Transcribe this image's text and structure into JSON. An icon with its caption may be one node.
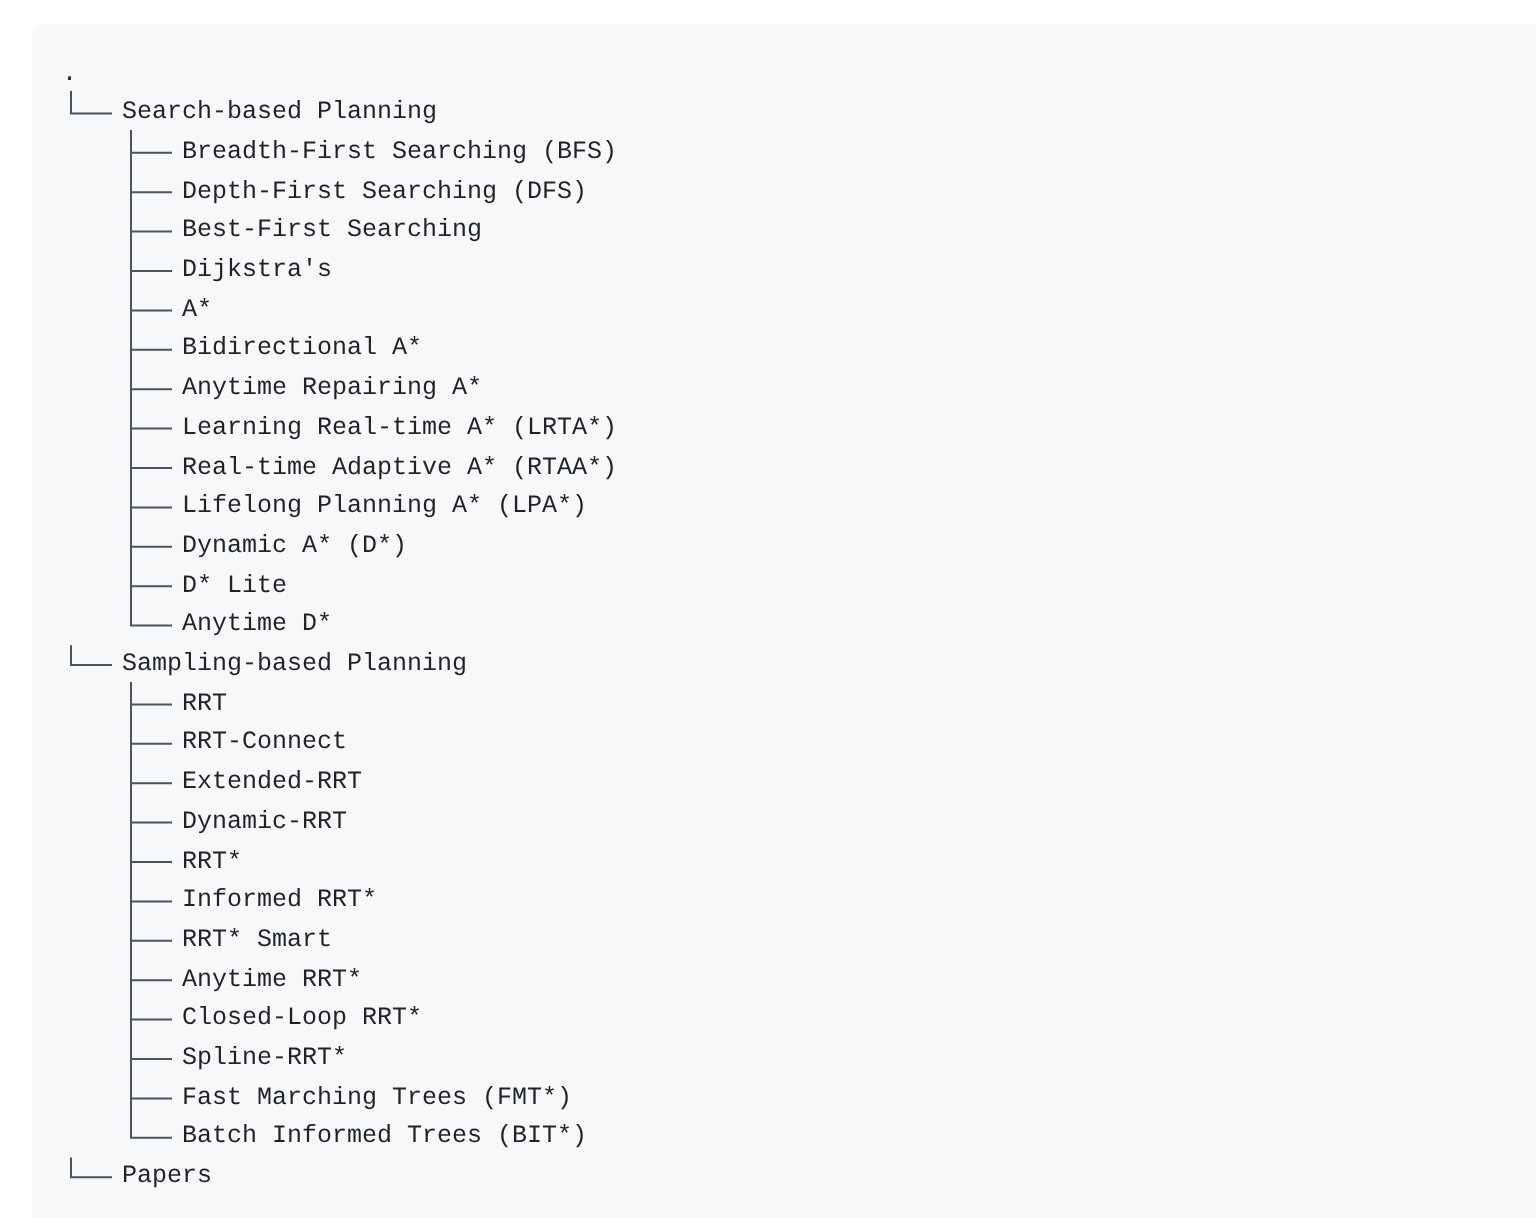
{
  "diagram": {
    "nodes": [
      {
        "text": [
          "."
        ]
      },
      {
        "text": [
          "Search-based Planning"
        ]
      },
      {
        "text": [
          "Breadth-First Searching (BFS)"
        ]
      },
      {
        "text": [
          "Depth-First Searching (DFS)"
        ]
      },
      {
        "text": [
          "Best-First Searching"
        ]
      },
      {
        "text": [
          "Dijkstra's"
        ]
      },
      {
        "text": [
          "A*"
        ]
      },
      {
        "text": [
          "Bidirectional A*"
        ]
      },
      {
        "text": [
          "Anytime Repairing A*"
        ]
      },
      {
        "text": [
          "Learning Real-time A* (LRTA*)"
        ]
      },
      {
        "text": [
          "Real-time Adaptive A* (RTAA*)"
        ]
      },
      {
        "text": [
          "Lifelong Planning A* (LPA*)"
        ]
      },
      {
        "text": [
          "Dynamic A* (D*)"
        ]
      },
      {
        "text": [
          "D* Lite"
        ]
      },
      {
        "text": [
          "Anytime D*"
        ]
      },
      {
        "text": [
          "Sampling-based Planning"
        ]
      },
      {
        "text": [
          "RRT"
        ]
      },
      {
        "text": [
          "RRT-Connect"
        ]
      },
      {
        "text": [
          "Extended-RRT"
        ]
      },
      {
        "text": [
          "Dynamic-RRT"
        ]
      },
      {
        "text": [
          "RRT*"
        ]
      },
      {
        "text": [
          "Informed RRT*"
        ]
      },
      {
        "text": [
          "RRT* Smart"
        ]
      },
      {
        "text": [
          "Anytime RRT*"
        ]
      },
      {
        "text": [
          "Closed-Loop RRT*"
        ]
      },
      {
        "text": [
          "Spline-RRT*"
        ]
      },
      {
        "text": [
          "Fast Marching Trees (FMT*)"
        ]
      },
      {
        "text": [
          "Batch Informed Trees (BIT*)"
        ]
      },
      {
        "text": [
          "Papers"
        ]
      }
    ],
    "edges": [
      {
        "from": 0,
        "to": 1,
        "arrow": "none"
      },
      {
        "from": 1,
        "to": 2,
        "arrow": "none"
      },
      {
        "from": 1,
        "to": 3,
        "arrow": "none"
      },
      {
        "from": 1,
        "to": 4,
        "arrow": "none"
      },
      {
        "from": 1,
        "to": 5,
        "arrow": "none"
      },
      {
        "from": 1,
        "to": 6,
        "arrow": "none"
      },
      {
        "from": 1,
        "to": 7,
        "arrow": "none"
      },
      {
        "from": 1,
        "to": 8,
        "arrow": "none"
      },
      {
        "from": 1,
        "to": 9,
        "arrow": "none"
      },
      {
        "from": 1,
        "to": 10,
        "arrow": "none"
      },
      {
        "from": 1,
        "to": 11,
        "arrow": "none"
      },
      {
        "from": 1,
        "to": 12,
        "arrow": "none"
      },
      {
        "from": 1,
        "to": 13,
        "arrow": "none"
      },
      {
        "from": 1,
        "to": 14,
        "arrow": "none"
      },
      {
        "from": null,
        "to": 15,
        "arrow": "none"
      },
      {
        "from": 15,
        "to": 16,
        "arrow": "none"
      },
      {
        "from": 15,
        "to": 17,
        "arrow": "none"
      },
      {
        "from": 15,
        "to": 18,
        "arrow": "none"
      },
      {
        "from": 15,
        "to": 19,
        "arrow": "none"
      },
      {
        "from": 15,
        "to": 20,
        "arrow": "none"
      },
      {
        "from": 15,
        "to": 21,
        "arrow": "none"
      },
      {
        "from": 15,
        "to": 22,
        "arrow": "none"
      },
      {
        "from": 15,
        "to": 23,
        "arrow": "none"
      },
      {
        "from": 15,
        "to": 24,
        "arrow": "none"
      },
      {
        "from": 15,
        "to": 25,
        "arrow": "none"
      },
      {
        "from": 15,
        "to": 26,
        "arrow": "none"
      },
      {
        "from": 15,
        "to": 27,
        "arrow": "none"
      },
      {
        "from": null,
        "to": 28,
        "arrow": "none"
      }
    ]
  }
}
